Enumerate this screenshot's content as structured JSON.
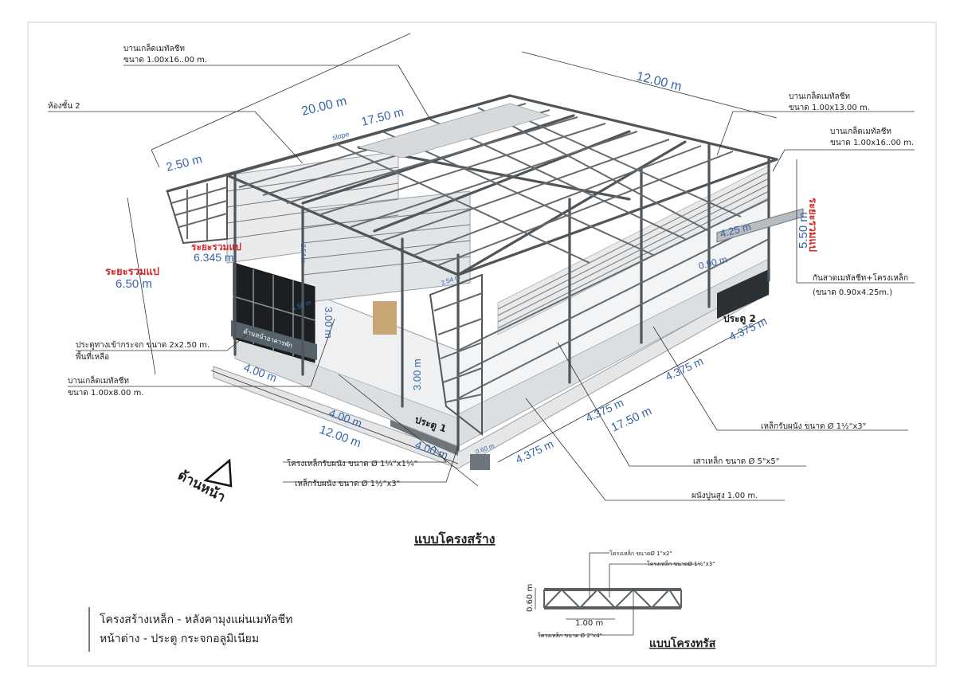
{
  "callouts": {
    "sheet_top_left": {
      "line1": "บานเกล็ดเมทัลชีท",
      "line2": "ขนาด 1.00x16..00 m."
    },
    "room2": "ห้องชั้น 2",
    "sheet_top_right": {
      "line1": "บานเกล็ดเมทัลชีท",
      "line2": "ขนาด 1.00x13.00 m."
    },
    "sheet_right": {
      "line1": "บานเกล็ดเมทัลชีท",
      "line2": "ขนาด 1.00x16..00 m."
    },
    "canopy": {
      "line1": "กันสาดเมทัลชีท+โครงเหล็ก",
      "line2": "(ขนาด 0.90x4.25m.)"
    },
    "glass_door": {
      "line1": "ประตูทางเข้ากระจก ขนาด 2x2.50 m.",
      "line2": "พื้นที่เหลือ"
    },
    "sheet_left_low": {
      "line1": "บานเกล็ดเมทัลชีท",
      "line2": "ขนาด 1.00x8.00 m."
    },
    "wall_steel_right": "เหล็กรับผนัง ขนาด Ø 1½\"x3\"",
    "column": "เสาเหล็ก ขนาด Ø 5\"x5\"",
    "plaster_wall": "ผนังปูนสูง 1.00 m.",
    "wall_frame_front": "โครงเหล็กรับผนัง ขนาด Ø 1¼\"x1¼\"",
    "wall_steel_front": "เหล็กรับผนัง ขนาด Ø 1½\"x3\""
  },
  "dimensions": {
    "total_length": "20.00 m",
    "length_main": "17.50 m",
    "overhang": "2.50 m",
    "width_top": "12.00 m",
    "slope": "slope",
    "height_right": "5.50 m",
    "canopy_len": "4.25 m",
    "canopy_depth": "0.90 m",
    "height_left": "6.50 m",
    "height_inner": "6.345 m",
    "door_h": "3.00 m",
    "inner_h": "3.00 m",
    "front_a": "4.00 m",
    "front_b": "4.00 m",
    "front_c": "4.00 m",
    "front_total": "12.00 m",
    "side_1": "4.375 m",
    "side_2": "4.375 m",
    "side_3": "4.375 m",
    "side_4": "4.375 m",
    "side_total": "17.50 m",
    "small_a": "2.54 m",
    "small_b": "0.60 m",
    "small_c": "1.50 m",
    "small_d": "2.54 m"
  },
  "red_labels": {
    "left_outer": "ระยะรวมแป",
    "left_inner": "ระยะรวมแป",
    "right": "ระยะรวมแป"
  },
  "doors": {
    "door1": "ประตู 1",
    "door2": "ประตู 2"
  },
  "front_sign": "ด้านหน้าอาคารพัก",
  "front_label": "ด้านหน้า",
  "structure_title": "แบบโครงสร้าง",
  "truss": {
    "title": "แบบโครงทรัส",
    "top_chord": "โครงเหล็ก ขนาดØ  1\"x2\"",
    "web": "โครงเหล็ก ขนาดØ  1½\"x3\"",
    "bottom": "โครงเหล็ก ขนาด Ø 2\"x4\"",
    "height": "0.60 m",
    "spacing": "1.00 m"
  },
  "notes": {
    "line1": "โครงสร้างเหล็ก - หลังคามุงแผ่นเมทัลชีท",
    "line2": "หน้าต่าง - ประตู กระจกอลูมิเนียม"
  },
  "colors": {
    "dimension": "#3566a6",
    "accent_red": "#d22a2a",
    "steel": "#4f5559"
  }
}
